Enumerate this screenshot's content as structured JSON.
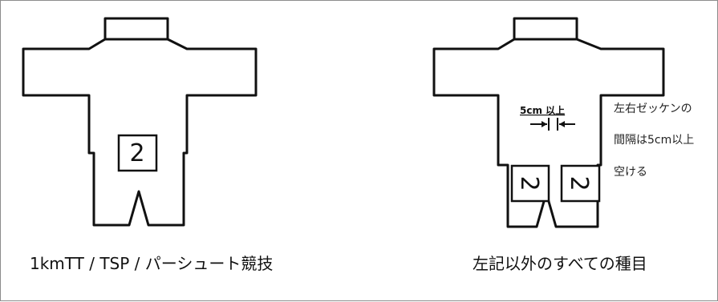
{
  "left_figure": {
    "number": "2",
    "caption": "1kmTT / TSP /  パーシュート競技"
  },
  "right_figure": {
    "numbers": [
      "2",
      "2"
    ],
    "dimension_label": "5cm 以上",
    "note_lines": [
      "左右ゼッケンの",
      "間隔は5cm以上",
      "空ける"
    ],
    "caption": "左記以外のすべての種目"
  }
}
